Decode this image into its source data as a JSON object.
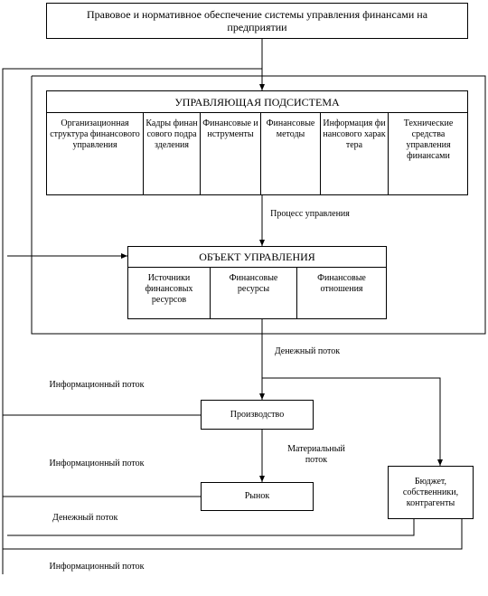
{
  "top_box": {
    "text": "Правовое и нормативное обеспечение системы управления финансами на предприятии"
  },
  "management": {
    "title": "УПРАВЛЯЮЩАЯ ПОДСИСТЕМА",
    "items": [
      "Организационная структура финансового управления",
      "Кадры финансового подразделения",
      "Финансовые инструменты",
      "Финансовые методы",
      "Информация финансового характера",
      "Технические средства управления финансами"
    ]
  },
  "process_label": "Процесс управления",
  "object": {
    "title": "ОБЪЕКТ УПРАВЛЕНИЯ",
    "items": [
      "Источники финансовых ресурсов",
      "Финансовые ресурсы",
      "Финансовые отношения"
    ]
  },
  "money_flow_top": "Денежный поток",
  "info_flow_1": "Информационный поток",
  "production": "Производство",
  "material_flow": "Материальный поток",
  "info_flow_2": "Информационный поток",
  "market": "Рынок",
  "budget": "Бюджет, собственники, контрагенты",
  "money_flow_bottom": "Денежный поток",
  "info_flow_3": "Информационный поток"
}
